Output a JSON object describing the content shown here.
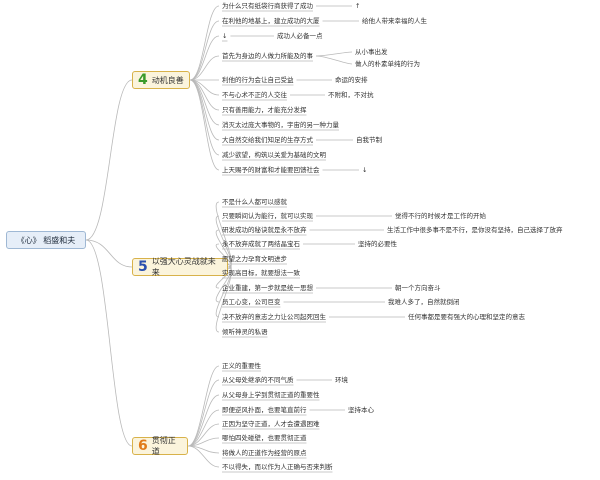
{
  "root": {
    "label": "《心》 稻盛和夫"
  },
  "colors": {
    "b4": "#3a9a2a",
    "b5": "#2a4fae",
    "b6": "#e07b1a",
    "line": "#b9b9b9"
  },
  "branches": [
    {
      "num": "4",
      "label": "动机良善",
      "items": [
        {
          "text": "为什么只有纸袋行商获得了成功",
          "sub": [
            "↑"
          ]
        },
        {
          "text": "在利他的地基上，建立成功的大厦",
          "sub": [
            "给他人带来幸福的人生"
          ]
        },
        {
          "text": "↓",
          "sub": [
            "成功人必备一点"
          ]
        },
        {
          "text": "首先为身边的人做力所能及的事",
          "sub": [
            "从小事出发",
            "做人的朴素单纯的行为"
          ]
        },
        {
          "text": "利他的行为会让自己受益",
          "sub": [
            "命运的安排"
          ]
        },
        {
          "text": "不与心术不正的人交往",
          "sub": [
            "不附和，不对抗"
          ]
        },
        {
          "text": "只有善用能力，才能充分发挥",
          "sub": []
        },
        {
          "text": "消灭太过庞大事物的，宇宙的另一种力量",
          "sub": []
        },
        {
          "text": "大自然交给我们知足的生存方式",
          "sub": [
            "自我节制"
          ]
        },
        {
          "text": "减少欲望，构筑以关爱为基础的文明",
          "sub": []
        },
        {
          "text": "上天赐予的财富和才能要回馈社会",
          "sub": [
            "↓"
          ]
        }
      ]
    },
    {
      "num": "5",
      "label": "以强大心灵战就未来",
      "items": [
        {
          "text": "不是什么人都可以感就",
          "sub": []
        },
        {
          "text": "只要瞬间认为能行，就可以实现",
          "sub": [
            "觉得不行的时候才是工作的开始"
          ]
        },
        {
          "text": "研发成功的秘诀就是永不放弃",
          "sub": [
            "生活工作中很多事不是不行，是你没有坚持，自己选择了放弃"
          ]
        },
        {
          "text": "永不放弃成就了两结晶宝石",
          "sub": [
            "坚持的必要性"
          ]
        },
        {
          "text": "愿望之力孕育文明进步",
          "sub": []
        },
        {
          "text": "实现高目标，就要想法一致",
          "sub": []
        },
        {
          "text": "企业重建，第一步就是统一思想",
          "sub": [
            "朝一个方向奋斗"
          ]
        },
        {
          "text": "员工心变，公司巨变",
          "sub": [
            "我难人多了，自然就倒闭"
          ]
        },
        {
          "text": "决不放弃的意志之力让公司起死回生",
          "sub": [
            "任何事都是要有强大的心理和坚定的意志"
          ]
        },
        {
          "text": "倾听神灵的私语",
          "sub": []
        }
      ]
    },
    {
      "num": "6",
      "label": "贯彻正道",
      "items": [
        {
          "text": "正义的重要性",
          "sub": []
        },
        {
          "text": "从父母处继承的不同气质",
          "sub": [
            "环境"
          ]
        },
        {
          "text": "从父母身上学到贯彻正道的重要性",
          "sub": []
        },
        {
          "text": "即便逆风扑面，也要笔直前行",
          "sub": [
            "坚持本心"
          ]
        },
        {
          "text": "正因为坚守正道，人才会遭遇困难",
          "sub": []
        },
        {
          "text": "哪怕四处碰壁，也要贯彻正道",
          "sub": []
        },
        {
          "text": "将做人的正道作为经营的原点",
          "sub": []
        },
        {
          "text": "不以得失，而以作为人正确与否来判断",
          "sub": []
        }
      ]
    }
  ]
}
